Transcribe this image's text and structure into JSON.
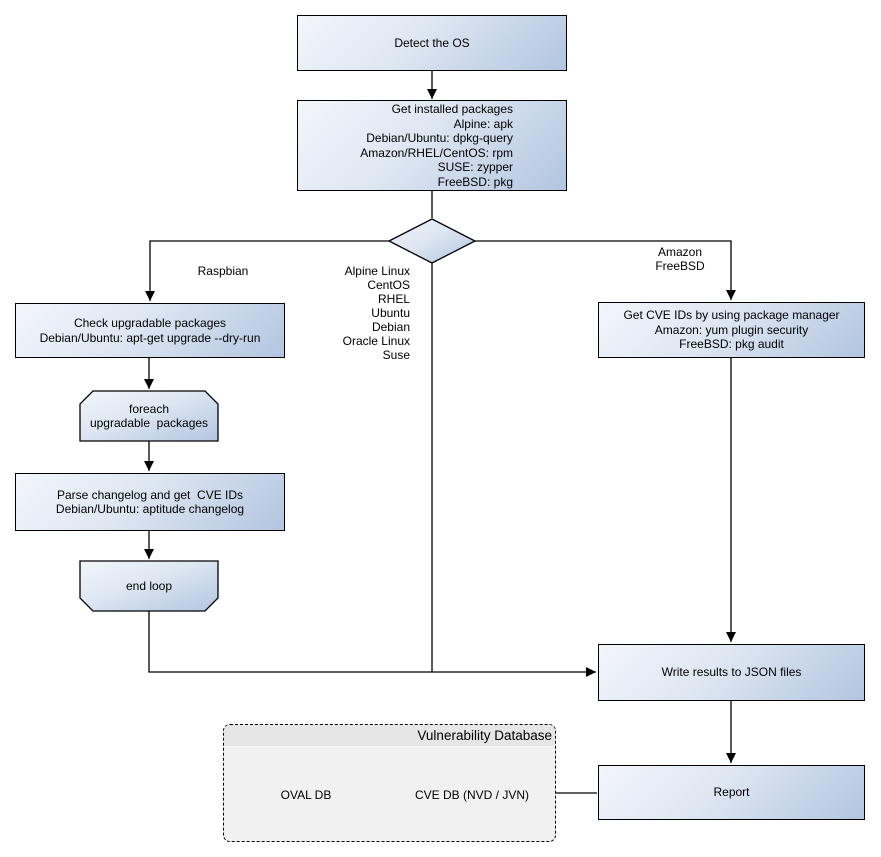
{
  "nodes": {
    "detect_os": "Detect the OS",
    "get_installed": [
      "Get installed packages",
      "Alpine: apk",
      "Debian/Ubuntu: dpkg-query",
      "Amazon/RHEL/CentOS: rpm",
      "SUSE: zypper",
      "FreeBSD: pkg"
    ],
    "check_upgradable": [
      "Check upgradable packages",
      "Debian/Ubuntu: apt-get upgrade --dry-run"
    ],
    "foreach_loop": [
      "foreach",
      "upgradable  packages"
    ],
    "parse_changelog": [
      "Parse changelog and get  CVE IDs",
      "Debian/Ubuntu: aptitude changelog"
    ],
    "end_loop": "end loop",
    "get_cve": [
      "Get CVE IDs by using package manager",
      "Amazon: yum plugin security",
      "FreeBSD: pkg audit"
    ],
    "write_results": "Write results to JSON files",
    "report": "Report"
  },
  "branch_labels": {
    "left": "Raspbian",
    "middle": [
      "Alpine Linux",
      "CentOS",
      "RHEL",
      "Ubuntu",
      "Debian",
      "Oracle Linux",
      "Suse"
    ],
    "right": [
      "Amazon",
      "FreeBSD"
    ]
  },
  "database": {
    "title": "Vulnerability Database",
    "cylinders": [
      "OVAL DB",
      "CVE DB (NVD / JVN)"
    ]
  },
  "colors": {
    "node_fill_start": "#f3f6fb",
    "node_fill_end": "#b2c5e0",
    "node_border": "#000000",
    "connector": "#000000",
    "container_fill": "#f1f1f1",
    "container_header": "#e6e6e6",
    "canvas_bg": "#ffffff"
  }
}
